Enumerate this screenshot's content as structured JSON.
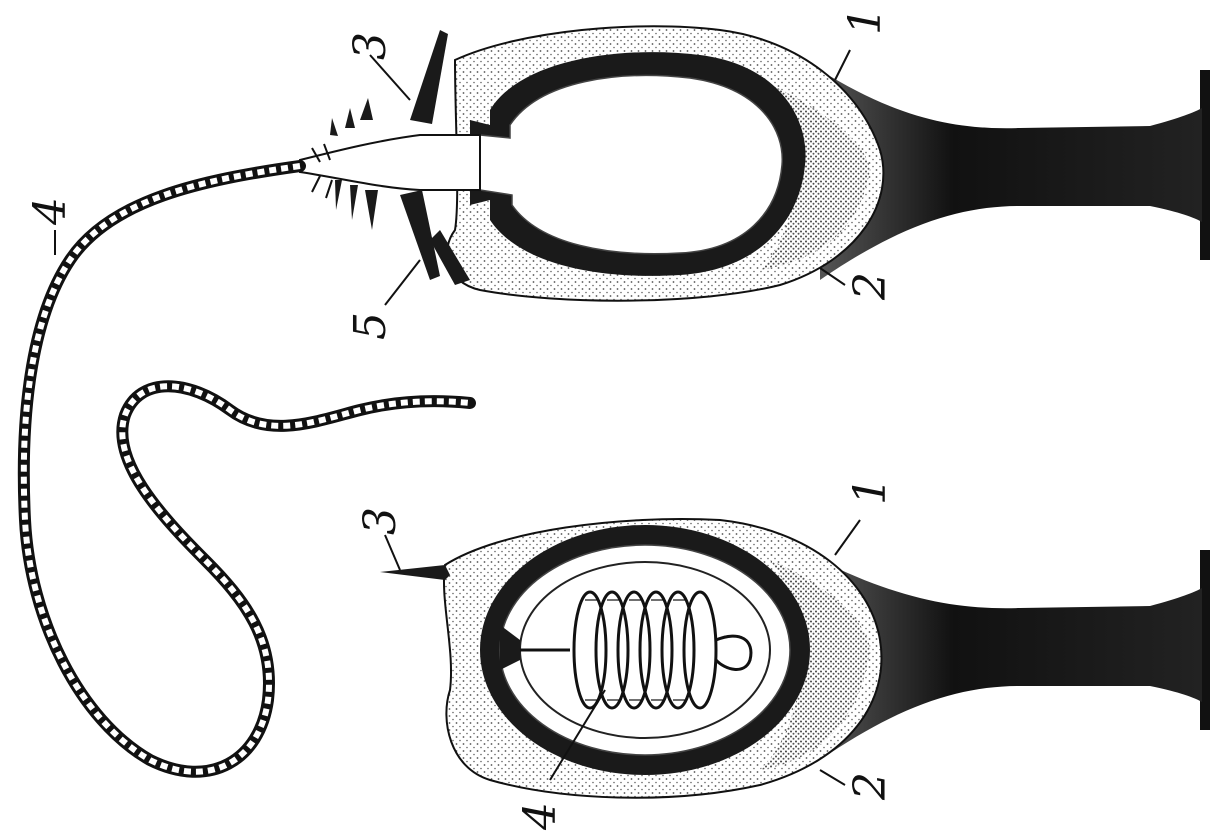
{
  "figure": {
    "upper_cell": {
      "description_state": "discharged",
      "labels": {
        "l1": "1",
        "l2": "2",
        "l3": "3",
        "l4": "4",
        "l5": "5"
      }
    },
    "lower_cell": {
      "description_state": "coiled",
      "labels": {
        "l1": "1",
        "l2": "2",
        "l3": "3",
        "l4": "4"
      }
    }
  },
  "colors": {
    "ink": "#111111",
    "stipple": "#8a8a8a",
    "paper": "#ffffff"
  }
}
